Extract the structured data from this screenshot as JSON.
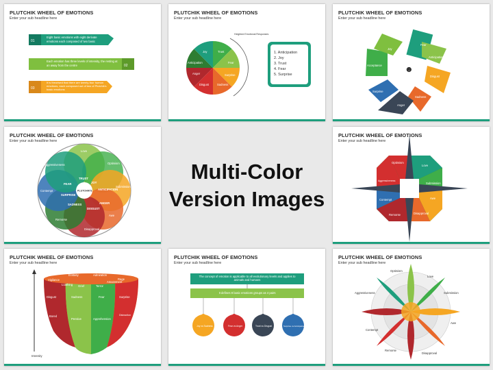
{
  "slide_title": "PLUTCHIK WHEEL OF EMOTIONS",
  "slide_subtitle": "Enter your sub headline here",
  "center": {
    "line1": "Multi-Color",
    "line2": "Version Images"
  },
  "s1": {
    "nums": [
      "01",
      "02",
      "03"
    ],
    "texts": [
      "Eight basic emotions with eight derivate emotions each composed of two basic",
      "Each emotion has three levels of intensity, the resting at an away from the centre",
      "It is theorised that there are twenty-four human emotions, each composed out of two of Plutchik's basic emotions"
    ]
  },
  "s2": {
    "segments": [
      "Trust",
      "Fear",
      "Surprise",
      "Sadness",
      "Disgust",
      "Anger",
      "Anticipation",
      "Joy"
    ],
    "side_label": "Heighted Emotional Responses",
    "list": [
      "1.  Anticipation",
      "2.  Joy",
      "3.  Trust",
      "4.  Fear",
      "5.  Surprise"
    ]
  },
  "s3": {
    "labels": [
      "Fear",
      "Anticipation",
      "Disgust",
      "Sadness",
      "Anger",
      "Surprise",
      "Acceptance",
      "Joy"
    ]
  },
  "s4": {
    "labels": [
      "Love",
      "Optimism",
      "Submission",
      "Awe",
      "Disapproval",
      "Remorse",
      "Contempt",
      "Aggressiveness"
    ],
    "inner": [
      "TRUST",
      "JOY",
      "ANTICIPATION",
      "ANGER",
      "DISGUST",
      "SADNESS",
      "SURPRISE",
      "FEAR"
    ],
    "center": "PLUTCHIK'S"
  },
  "s5": {
    "labels": [
      "Optimism",
      "Love",
      "Submission",
      "Awe",
      "Disapproval",
      "Remorse",
      "Contempt",
      "Aggressiveness"
    ]
  },
  "s6": {
    "top": [
      "Ecstasy",
      "Admiration",
      "Rage"
    ],
    "side": [
      "Vigilance",
      "Loathing",
      "Grief",
      "Terror",
      "Amazement"
    ],
    "mid": [
      "Disgust",
      "Sadness",
      "Fear",
      "Surprise"
    ],
    "low": [
      "Bored",
      "Pensive",
      "Apprehension",
      "Distraction"
    ],
    "axis_label": "Intensity"
  },
  "s7": {
    "box1": "The concept of emotion is applicable to all evolutionary levels and applies to animals and humans",
    "box2": "It defines 8 basic emotions groups as 4 pairs",
    "circles": [
      "Joy vs Sadness",
      "Fear vs Anger",
      "Trust vs Disgust",
      "Surprise vs Anticipation"
    ]
  },
  "s8": {
    "labels": [
      "Optimism",
      "Love",
      "Submission",
      "Awe",
      "Disapproval",
      "Remorse",
      "Contempt",
      "Aggressiveness"
    ]
  },
  "colors": {
    "accent": "#1e9e7d"
  }
}
